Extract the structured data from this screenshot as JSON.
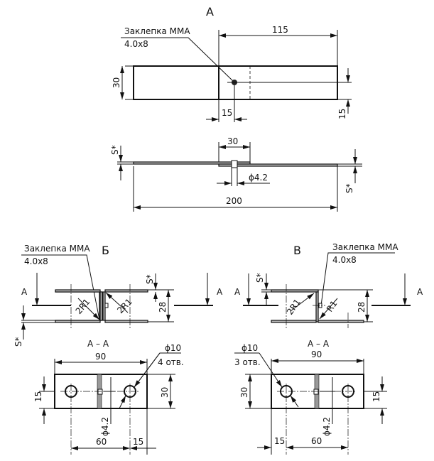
{
  "view_a": {
    "title": "А",
    "rivet_label": "Заклепка ММА",
    "rivet_size": "4.0x8",
    "dim_115": "115",
    "dim_30": "30",
    "dim_15_h": "15",
    "dim_15_v": "15",
    "side_dim_30": "30",
    "hole_dia": "ϕ4.2",
    "dim_200": "200",
    "s_left": "S*",
    "s_right": "S*"
  },
  "view_b": {
    "title": "Б",
    "rivet_label": "Заклепка ММА",
    "rivet_size": "4.0x8",
    "section_mark_left": "А",
    "section_mark_right": "А",
    "radius_left": "2R1",
    "radius_right": "2R1",
    "s_top": "S*",
    "s_bottom": "S*",
    "dim_28": "28",
    "section_title": "А – А",
    "dim_90": "90",
    "dim_30": "30",
    "dim_15_left": "15",
    "hole_dia": "ϕ10",
    "hole_count": "4 отв.",
    "rivet_hole": "ϕ4.2",
    "dim_60": "60",
    "dim_15_bottom": "15"
  },
  "view_v": {
    "title": "В",
    "rivet_label": "Заклепка ММА",
    "rivet_size": "4.0x8",
    "section_mark_left": "А",
    "section_mark_right": "А",
    "radius_left": "2R1",
    "radius_right": "R1",
    "s_top": "S*",
    "dim_28": "28",
    "section_title": "А – А",
    "dim_90": "90",
    "dim_30": "30",
    "dim_15_right": "15",
    "hole_dia": "ϕ10",
    "hole_count": "3 отв.",
    "rivet_hole": "ϕ4.2",
    "dim_15_bottom": "15",
    "dim_60": "60"
  }
}
